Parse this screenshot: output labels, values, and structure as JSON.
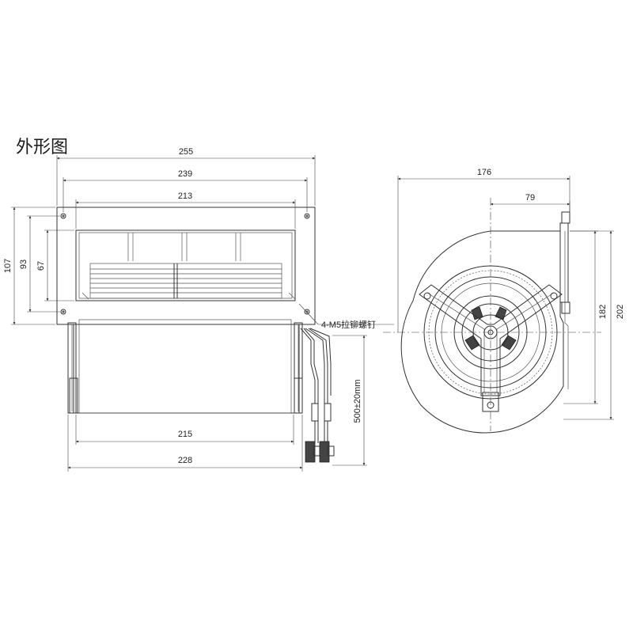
{
  "title": "外形图",
  "dimensions": {
    "front_overall_width": "255",
    "front_hole_spacing": "239",
    "front_outlet_width": "213",
    "front_total_height": "107",
    "front_hole_height": "93",
    "front_outlet_height": "67",
    "housing_width": "215",
    "overall_base_width": "228",
    "cable_length": "500±20mm",
    "side_depth": "176",
    "side_center_offset": "79",
    "side_height_inner": "182",
    "side_height_outer": "202"
  },
  "annotations": {
    "rivet_note": "4-M5拉铆螺钉"
  }
}
